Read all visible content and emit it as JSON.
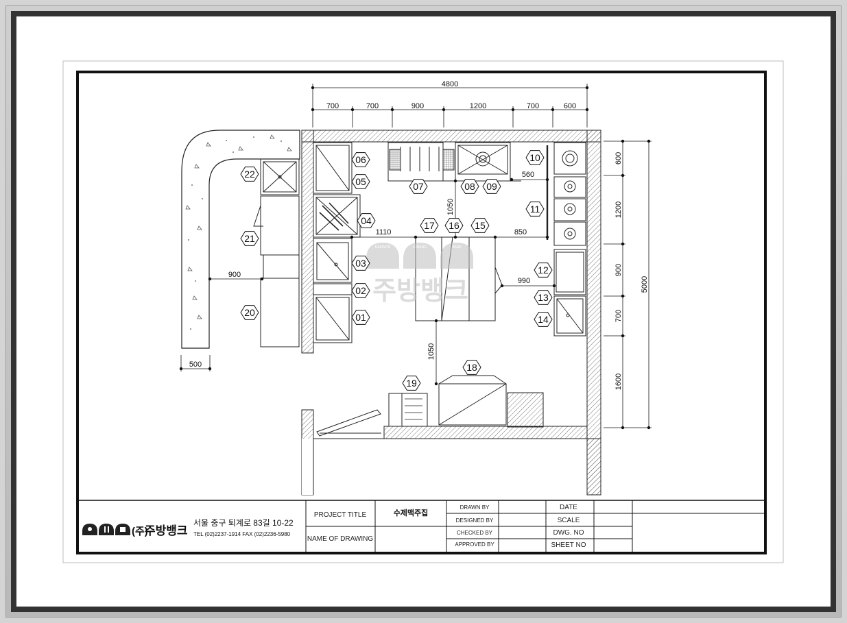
{
  "dimensions": {
    "overall_width": "4800",
    "top_segments": [
      "700",
      "700",
      "900",
      "1200",
      "700",
      "600"
    ],
    "right_total": "5000",
    "right_segments": [
      "600",
      "1200",
      "900",
      "700",
      "1600"
    ],
    "left_500": "500",
    "left_900": "900",
    "d1110": "1110",
    "d1050_top": "1050",
    "d1050_bottom": "1050",
    "d850": "850",
    "d560": "560",
    "d990": "990"
  },
  "equipment_tags": [
    "01",
    "02",
    "03",
    "04",
    "05",
    "06",
    "07",
    "08",
    "09",
    "10",
    "11",
    "12",
    "13",
    "14",
    "15",
    "16",
    "17",
    "18",
    "19",
    "20",
    "21",
    "22"
  ],
  "watermark": {
    "text": "주방뱅크",
    "sub_labels": [
      "DAEWON",
      "JUBANG",
      "BANK"
    ]
  },
  "title_block": {
    "company_mark": "(주)",
    "company_name": "주방뱅크",
    "address": "서울 중구 퇴계로 83길 10-22",
    "contact": "TEL (02)2237-1914 FAX (02)2236-5980",
    "project_title_label": "PROJECT TITLE",
    "project_title_value": "수제맥주집",
    "name_of_drawing_label": "NAME OF DRAWING",
    "drawn_by": "DRAWN BY",
    "designed_by": "DESIGNED BY",
    "checked_by": "CHECKED BY",
    "approved_by": "APPROVED BY",
    "date": "DATE",
    "scale": "SCALE",
    "dwg_no": "DWG. NO",
    "sheet_no": "SHEET NO"
  },
  "colors": {
    "line": "#1a1a1a",
    "watermark": "#bfbfbf",
    "frame": "#333333"
  }
}
